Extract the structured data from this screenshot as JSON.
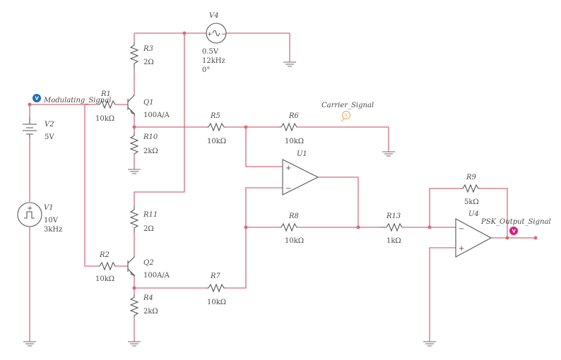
{
  "colors": {
    "wire": "#d66c79",
    "component": "#555555",
    "label": "#4a4a4a",
    "probe_modulating": "#1f6fb8",
    "probe_output": "#e0187a",
    "probe_carrier": "#f0a55a"
  },
  "probes": {
    "modulating": {
      "label": "Modulating_Signal",
      "badge": "V"
    },
    "carrier": {
      "label": "Carrier_Signal",
      "badge": "V"
    },
    "output": {
      "label": "PSK_Output_Signal",
      "badge": "V"
    }
  },
  "components": {
    "V1": {
      "ref": "V1",
      "v": "10V",
      "f": "3kHz"
    },
    "V2": {
      "ref": "V2",
      "v": "5V"
    },
    "V4": {
      "ref": "V4",
      "v": "0.5V",
      "f": "12kHz",
      "ph": "0°"
    },
    "R1": {
      "ref": "R1",
      "val": "10kΩ"
    },
    "R2": {
      "ref": "R2",
      "val": "10kΩ"
    },
    "R3": {
      "ref": "R3",
      "val": "2Ω"
    },
    "R4": {
      "ref": "R4",
      "val": "2kΩ"
    },
    "R5": {
      "ref": "R5",
      "val": "10kΩ"
    },
    "R6": {
      "ref": "R6",
      "val": "10kΩ"
    },
    "R7": {
      "ref": "R7",
      "val": "10kΩ"
    },
    "R8": {
      "ref": "R8",
      "val": "10kΩ"
    },
    "R9": {
      "ref": "R9",
      "val": "5kΩ"
    },
    "R10": {
      "ref": "R10",
      "val": "2kΩ"
    },
    "R11": {
      "ref": "R11",
      "val": "2Ω"
    },
    "R13": {
      "ref": "R13",
      "val": "1kΩ"
    },
    "Q1": {
      "ref": "Q1",
      "val": "100A/A"
    },
    "Q2": {
      "ref": "Q2",
      "val": "100A/A"
    },
    "U1": {
      "ref": "U1"
    },
    "U4": {
      "ref": "U4"
    }
  },
  "opamp_pins": {
    "plus": "+",
    "minus": "−"
  },
  "source_pins": {
    "plus": "+",
    "minus": "−"
  }
}
